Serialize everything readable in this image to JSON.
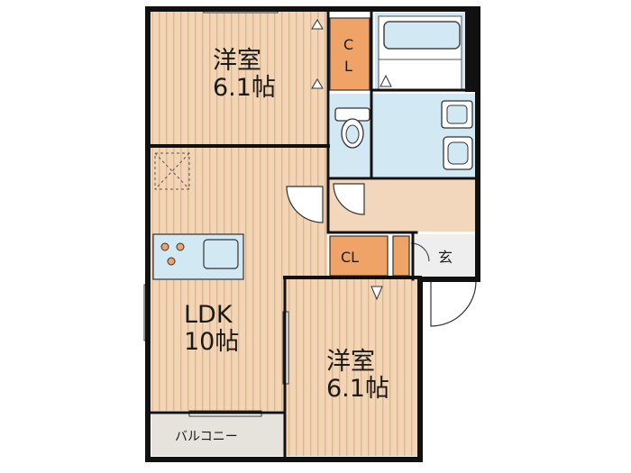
{
  "rooms": {
    "western_north": {
      "name": "洋室",
      "size": "6.1帖"
    },
    "western_south": {
      "name": "洋室",
      "size": "6.1帖"
    },
    "ldk": {
      "name": "LDK",
      "size": "10帖"
    },
    "closet_north": {
      "line1": "C",
      "line2": "L"
    },
    "closet_mid": {
      "label": "CL"
    },
    "entrance": {
      "label": "玄"
    },
    "balcony": {
      "label": "バルコニー"
    }
  },
  "colors": {
    "flooring": "#f2d5b5",
    "flooring_stripe": "#dcb592",
    "wet_area": "#d2e8f2",
    "closet": "#f0a366",
    "entrance_floor": "#eeeeee",
    "hall": "#f2d7bd",
    "balcony": "#e6e2dc",
    "wall": "#111111"
  }
}
